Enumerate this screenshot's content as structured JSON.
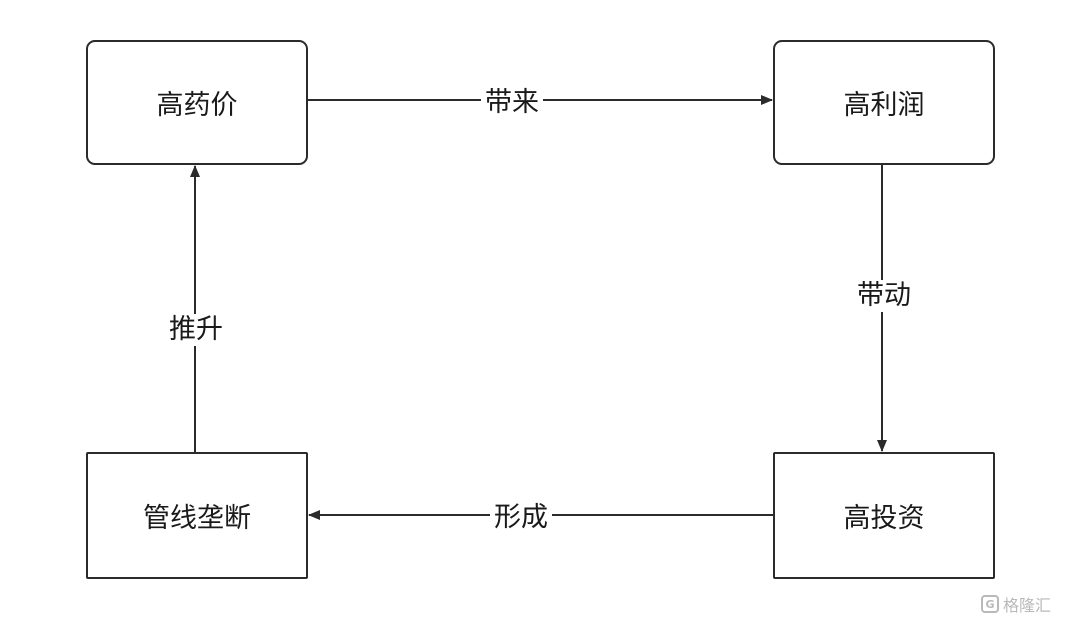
{
  "nodes": {
    "high_drug_price": "高药价",
    "high_profit": "高利润",
    "high_investment": "高投资",
    "pipeline_monopoly": "管线垄断"
  },
  "edges": {
    "brings": "带来",
    "drives": "带动",
    "forms": "形成",
    "pushes_up": "推升"
  },
  "watermark": {
    "icon_letter": "G",
    "text": "格隆汇"
  },
  "colors": {
    "line": "#2b2b2b",
    "text": "#1a1a1a",
    "watermark": "#b9b9b9"
  }
}
